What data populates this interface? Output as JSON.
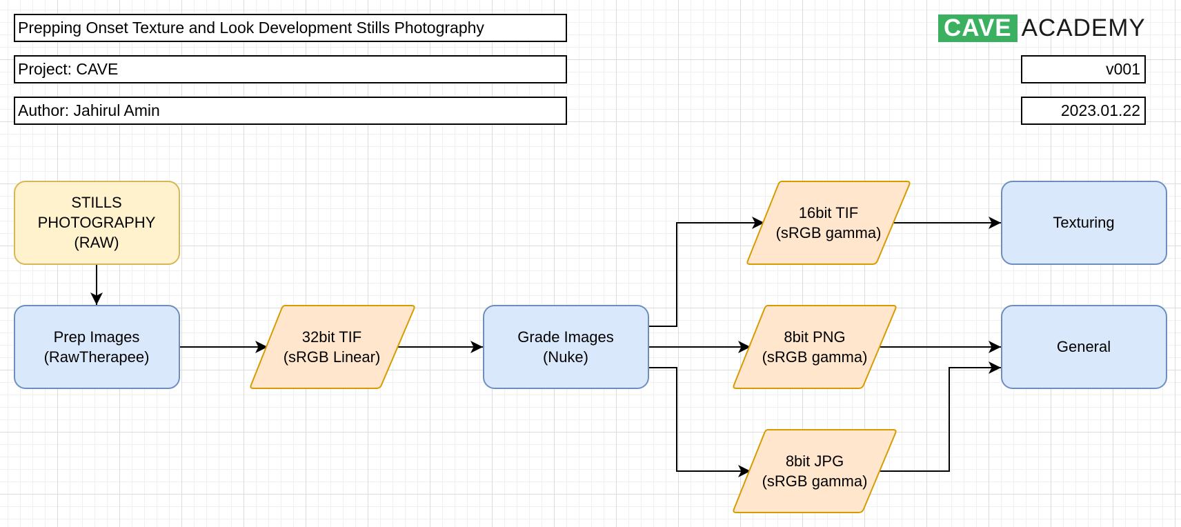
{
  "header": {
    "title": "Prepping Onset Texture and Look Development Stills Photography",
    "project": "Project: CAVE",
    "author": "Author: Jahirul Amin",
    "version": "v001",
    "date": "2023.01.22",
    "logo": {
      "box_text": "CAVE",
      "text": "ACADEMY",
      "color": "#3bb060"
    }
  },
  "colors": {
    "process_fill": "#dae8fc",
    "process_stroke": "#6c8ebf",
    "source_fill": "#fff2cc",
    "source_stroke": "#d6b656",
    "format_fill": "#ffe6cc",
    "format_stroke": "#d79b00",
    "edge": "#000000"
  },
  "nodes": {
    "stills": {
      "lines": [
        "STILLS",
        "PHOTOGRAPHY",
        "(RAW)"
      ]
    },
    "prep": {
      "lines": [
        "Prep Images",
        "(RawTherapee)"
      ]
    },
    "tif32": {
      "lines": [
        "32bit TIF",
        "(sRGB Linear)"
      ]
    },
    "grade": {
      "lines": [
        "Grade Images",
        "(Nuke)"
      ]
    },
    "tif16": {
      "lines": [
        "16bit TIF",
        "(sRGB gamma)"
      ]
    },
    "png8": {
      "lines": [
        "8bit PNG",
        "(sRGB gamma)"
      ]
    },
    "jpg8": {
      "lines": [
        "8bit JPG",
        "(sRGB gamma)"
      ]
    },
    "texturing": {
      "lines": [
        "Texturing"
      ]
    },
    "general": {
      "lines": [
        "General"
      ]
    }
  },
  "edges": [
    {
      "from": "stills",
      "to": "prep"
    },
    {
      "from": "prep",
      "to": "tif32"
    },
    {
      "from": "tif32",
      "to": "grade"
    },
    {
      "from": "grade",
      "to": "tif16"
    },
    {
      "from": "grade",
      "to": "png8"
    },
    {
      "from": "grade",
      "to": "jpg8"
    },
    {
      "from": "tif16",
      "to": "texturing"
    },
    {
      "from": "png8",
      "to": "general"
    },
    {
      "from": "jpg8",
      "to": "general"
    }
  ]
}
